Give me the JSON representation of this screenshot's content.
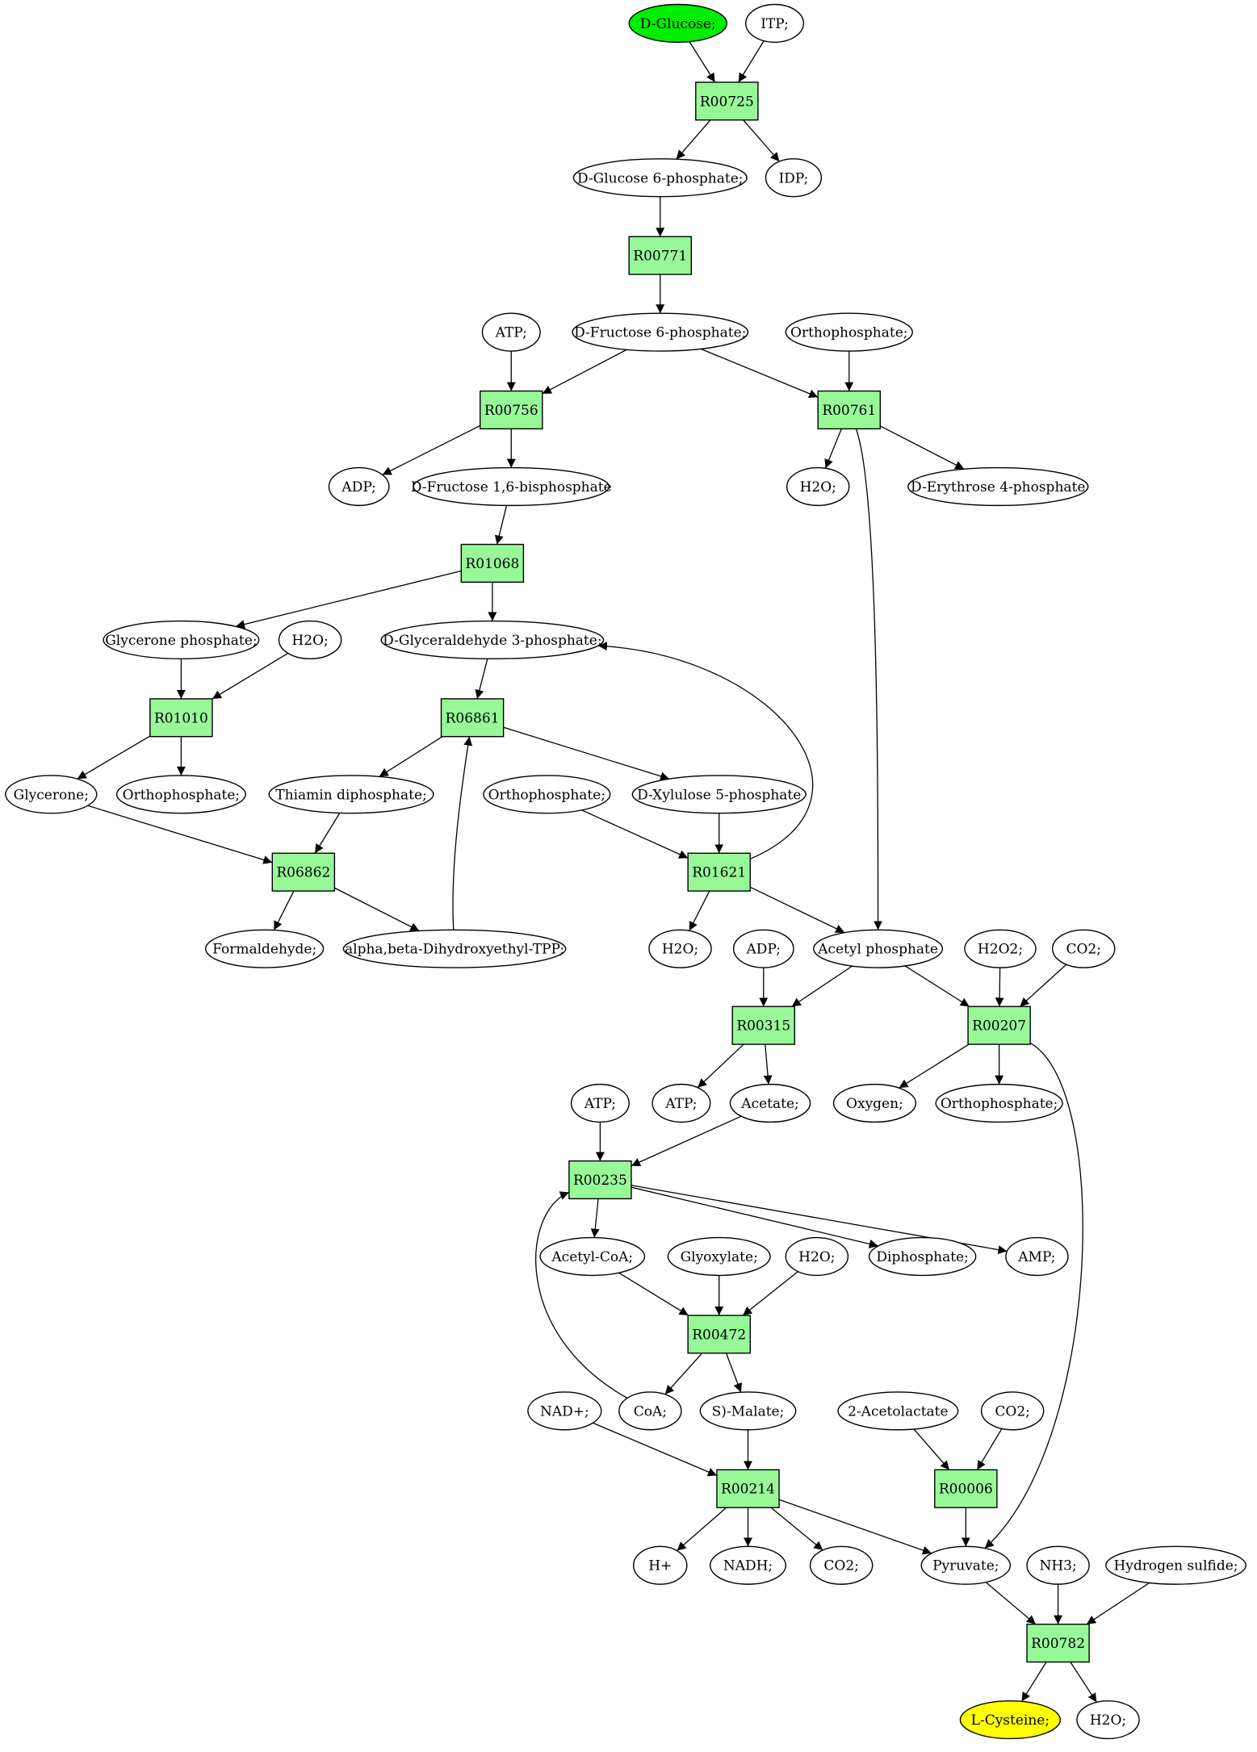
{
  "colors": {
    "reaction_fill": "#98f898",
    "start_fill": "#00ee00",
    "target_fill": "#ffff00",
    "compound_fill": "#ffffff"
  },
  "nodes": [
    {
      "id": "c_glucose",
      "label": "D-Glucose;",
      "kind": "start"
    },
    {
      "id": "c_itp",
      "label": "ITP;",
      "kind": "compound"
    },
    {
      "id": "r00725",
      "label": "R00725",
      "kind": "reaction"
    },
    {
      "id": "c_g6p",
      "label": "D-Glucose 6-phosphate;",
      "kind": "compound"
    },
    {
      "id": "c_idp",
      "label": "IDP;",
      "kind": "compound"
    },
    {
      "id": "r00771",
      "label": "R00771",
      "kind": "reaction"
    },
    {
      "id": "c_atp1",
      "label": "ATP;",
      "kind": "compound"
    },
    {
      "id": "c_f6p",
      "label": "D-Fructose 6-phosphate;",
      "kind": "compound"
    },
    {
      "id": "c_orth1",
      "label": "Orthophosphate;",
      "kind": "compound"
    },
    {
      "id": "r00756",
      "label": "R00756",
      "kind": "reaction"
    },
    {
      "id": "r00761",
      "label": "R00761",
      "kind": "reaction"
    },
    {
      "id": "c_adp1",
      "label": "ADP;",
      "kind": "compound"
    },
    {
      "id": "c_fbp",
      "label": "D-Fructose 1,6-bisphosphate",
      "kind": "compound"
    },
    {
      "id": "c_h2o1",
      "label": "H2O;",
      "kind": "compound"
    },
    {
      "id": "c_e4p",
      "label": "D-Erythrose 4-phosphate",
      "kind": "compound"
    },
    {
      "id": "r01068",
      "label": "R01068",
      "kind": "reaction"
    },
    {
      "id": "c_gp",
      "label": "Glycerone phosphate;",
      "kind": "compound"
    },
    {
      "id": "c_h2o2",
      "label": "H2O;",
      "kind": "compound"
    },
    {
      "id": "c_g3p",
      "label": "D-Glyceraldehyde 3-phosphate;",
      "kind": "compound"
    },
    {
      "id": "r01010",
      "label": "R01010",
      "kind": "reaction"
    },
    {
      "id": "r06861",
      "label": "R06861",
      "kind": "reaction"
    },
    {
      "id": "c_glycerone",
      "label": "Glycerone;",
      "kind": "compound"
    },
    {
      "id": "c_orth2",
      "label": "Orthophosphate;",
      "kind": "compound"
    },
    {
      "id": "c_tdp",
      "label": "Thiamin diphosphate;",
      "kind": "compound"
    },
    {
      "id": "c_orth3",
      "label": "Orthophosphate;",
      "kind": "compound"
    },
    {
      "id": "c_x5p",
      "label": "D-Xylulose 5-phosphate",
      "kind": "compound"
    },
    {
      "id": "r06862",
      "label": "R06862",
      "kind": "reaction"
    },
    {
      "id": "r01621",
      "label": "R01621",
      "kind": "reaction"
    },
    {
      "id": "c_formald",
      "label": "Formaldehyde;",
      "kind": "compound"
    },
    {
      "id": "c_adtpp",
      "label": "alpha,beta-Dihydroxyethyl-TPP;",
      "kind": "compound"
    },
    {
      "id": "c_h2o3",
      "label": "H2O;",
      "kind": "compound"
    },
    {
      "id": "c_adp2",
      "label": "ADP;",
      "kind": "compound"
    },
    {
      "id": "c_acp",
      "label": "Acetyl phosphate",
      "kind": "compound"
    },
    {
      "id": "c_h2o2b",
      "label": "H2O2;",
      "kind": "compound"
    },
    {
      "id": "c_co2a",
      "label": "CO2;",
      "kind": "compound"
    },
    {
      "id": "r00315",
      "label": "R00315",
      "kind": "reaction"
    },
    {
      "id": "r00207",
      "label": "R00207",
      "kind": "reaction"
    },
    {
      "id": "c_atp2",
      "label": "ATP;",
      "kind": "compound"
    },
    {
      "id": "c_atp3",
      "label": "ATP;",
      "kind": "compound"
    },
    {
      "id": "c_acetate",
      "label": "Acetate;",
      "kind": "compound"
    },
    {
      "id": "c_oxygen",
      "label": "Oxygen;",
      "kind": "compound"
    },
    {
      "id": "c_orth4",
      "label": "Orthophosphate;",
      "kind": "compound"
    },
    {
      "id": "r00235",
      "label": "R00235",
      "kind": "reaction"
    },
    {
      "id": "c_acoa",
      "label": "Acetyl-CoA;",
      "kind": "compound"
    },
    {
      "id": "c_glyox",
      "label": "Glyoxylate;",
      "kind": "compound"
    },
    {
      "id": "c_h2o4",
      "label": "H2O;",
      "kind": "compound"
    },
    {
      "id": "c_dipho",
      "label": "Diphosphate;",
      "kind": "compound"
    },
    {
      "id": "c_amp",
      "label": "AMP;",
      "kind": "compound"
    },
    {
      "id": "r00472",
      "label": "R00472",
      "kind": "reaction"
    },
    {
      "id": "c_nad",
      "label": "NAD+;",
      "kind": "compound"
    },
    {
      "id": "c_coa",
      "label": "CoA;",
      "kind": "compound"
    },
    {
      "id": "c_malate",
      "label": "S)-Malate;",
      "kind": "compound"
    },
    {
      "id": "c_acetolac",
      "label": "2-Acetolactate",
      "kind": "compound"
    },
    {
      "id": "c_co2b",
      "label": "CO2;",
      "kind": "compound"
    },
    {
      "id": "r00214",
      "label": "R00214",
      "kind": "reaction"
    },
    {
      "id": "r00006",
      "label": "R00006",
      "kind": "reaction"
    },
    {
      "id": "c_hplus",
      "label": "H+",
      "kind": "compound"
    },
    {
      "id": "c_nadh",
      "label": "NADH;",
      "kind": "compound"
    },
    {
      "id": "c_co2c",
      "label": "CO2;",
      "kind": "compound"
    },
    {
      "id": "c_pyruvate",
      "label": "Pyruvate;",
      "kind": "compound"
    },
    {
      "id": "c_nh3",
      "label": "NH3;",
      "kind": "compound"
    },
    {
      "id": "c_h2s",
      "label": "Hydrogen sulfide;",
      "kind": "compound"
    },
    {
      "id": "r00782",
      "label": "R00782",
      "kind": "reaction"
    },
    {
      "id": "c_cys",
      "label": "L-Cysteine;",
      "kind": "target"
    },
    {
      "id": "c_h2o5",
      "label": "H2O;",
      "kind": "compound"
    }
  ],
  "edges": [
    {
      "from": "c_glucose",
      "to": "r00725"
    },
    {
      "from": "c_itp",
      "to": "r00725"
    },
    {
      "from": "r00725",
      "to": "c_g6p"
    },
    {
      "from": "r00725",
      "to": "c_idp"
    },
    {
      "from": "c_g6p",
      "to": "r00771"
    },
    {
      "from": "r00771",
      "to": "c_f6p"
    },
    {
      "from": "c_atp1",
      "to": "r00756"
    },
    {
      "from": "c_f6p",
      "to": "r00756"
    },
    {
      "from": "c_f6p",
      "to": "r00761"
    },
    {
      "from": "c_orth1",
      "to": "r00761"
    },
    {
      "from": "r00756",
      "to": "c_adp1"
    },
    {
      "from": "r00756",
      "to": "c_fbp"
    },
    {
      "from": "r00761",
      "to": "c_h2o1"
    },
    {
      "from": "r00761",
      "to": "c_e4p"
    },
    {
      "from": "r00761",
      "to": "c_acp"
    },
    {
      "from": "c_fbp",
      "to": "r01068"
    },
    {
      "from": "r01068",
      "to": "c_gp"
    },
    {
      "from": "r01068",
      "to": "c_g3p"
    },
    {
      "from": "c_gp",
      "to": "r01010"
    },
    {
      "from": "c_h2o2",
      "to": "r01010"
    },
    {
      "from": "r01010",
      "to": "c_glycerone"
    },
    {
      "from": "r01010",
      "to": "c_orth2"
    },
    {
      "from": "c_g3p",
      "to": "r06861"
    },
    {
      "from": "r06861",
      "to": "c_tdp"
    },
    {
      "from": "r06861",
      "to": "c_x5p"
    },
    {
      "from": "c_glycerone",
      "to": "r06862"
    },
    {
      "from": "c_tdp",
      "to": "r06862"
    },
    {
      "from": "r06862",
      "to": "c_formald"
    },
    {
      "from": "r06862",
      "to": "c_adtpp"
    },
    {
      "from": "c_adtpp",
      "to": "r06861"
    },
    {
      "from": "c_orth3",
      "to": "r01621"
    },
    {
      "from": "c_x5p",
      "to": "r01621"
    },
    {
      "from": "r01621",
      "to": "c_g3p"
    },
    {
      "from": "r01621",
      "to": "c_h2o3"
    },
    {
      "from": "r01621",
      "to": "c_acp"
    },
    {
      "from": "c_adp2",
      "to": "r00315"
    },
    {
      "from": "c_acp",
      "to": "r00315"
    },
    {
      "from": "c_acp",
      "to": "r00207"
    },
    {
      "from": "c_h2o2b",
      "to": "r00207"
    },
    {
      "from": "c_co2a",
      "to": "r00207"
    },
    {
      "from": "r00315",
      "to": "c_atp2"
    },
    {
      "from": "r00315",
      "to": "c_acetate"
    },
    {
      "from": "r00207",
      "to": "c_oxygen"
    },
    {
      "from": "r00207",
      "to": "c_orth4"
    },
    {
      "from": "r00207",
      "to": "c_pyruvate"
    },
    {
      "from": "c_atp3",
      "to": "r00235"
    },
    {
      "from": "c_acetate",
      "to": "r00235"
    },
    {
      "from": "r00235",
      "to": "c_acoa"
    },
    {
      "from": "r00235",
      "to": "c_dipho"
    },
    {
      "from": "r00235",
      "to": "c_amp"
    },
    {
      "from": "c_acoa",
      "to": "r00472"
    },
    {
      "from": "c_glyox",
      "to": "r00472"
    },
    {
      "from": "c_h2o4",
      "to": "r00472"
    },
    {
      "from": "r00472",
      "to": "c_coa"
    },
    {
      "from": "r00472",
      "to": "c_malate"
    },
    {
      "from": "c_coa",
      "to": "r00235"
    },
    {
      "from": "c_nad",
      "to": "r00214"
    },
    {
      "from": "c_malate",
      "to": "r00214"
    },
    {
      "from": "r00214",
      "to": "c_hplus"
    },
    {
      "from": "r00214",
      "to": "c_nadh"
    },
    {
      "from": "r00214",
      "to": "c_co2c"
    },
    {
      "from": "r00214",
      "to": "c_pyruvate"
    },
    {
      "from": "c_acetolac",
      "to": "r00006"
    },
    {
      "from": "c_co2b",
      "to": "r00006"
    },
    {
      "from": "r00006",
      "to": "c_pyruvate"
    },
    {
      "from": "c_pyruvate",
      "to": "r00782"
    },
    {
      "from": "c_nh3",
      "to": "r00782"
    },
    {
      "from": "c_h2s",
      "to": "r00782"
    },
    {
      "from": "r00782",
      "to": "c_cys"
    },
    {
      "from": "r00782",
      "to": "c_h2o5"
    }
  ]
}
